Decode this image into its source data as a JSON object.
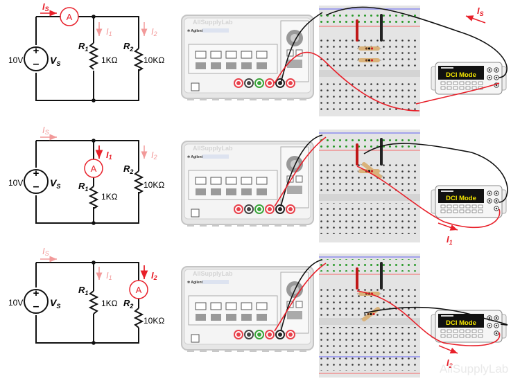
{
  "title": "Measuring source and branch currents with an ammeter",
  "colors": {
    "wire": "#111111",
    "accent": "#e8202a",
    "faded": "#f29a9a",
    "meter_text": "#f5e600"
  },
  "panels": [
    {
      "id": "measure-is",
      "ammeter_position": "series-source",
      "active_current": "Is",
      "labels": {
        "source_voltage": "10V",
        "source_name": "Vs",
        "r1_name": "R1",
        "r1_value": "1KΩ",
        "r2_name": "R2",
        "r2_value": "10KΩ",
        "ammeter": "A",
        "is": "Is",
        "i1": "I1",
        "i2": "I2"
      },
      "meter_mode": "DCI Mode",
      "current_label": "Is"
    },
    {
      "id": "measure-i1",
      "ammeter_position": "series-r1",
      "active_current": "I1",
      "labels": {
        "source_voltage": "10V",
        "source_name": "Vs",
        "r1_name": "R1",
        "r1_value": "1KΩ",
        "r2_name": "R2",
        "r2_value": "10KΩ",
        "ammeter": "A",
        "is": "Is",
        "i1": "I1",
        "i2": "I2"
      },
      "meter_mode": "DCI Mode",
      "current_label": "I1"
    },
    {
      "id": "measure-i2",
      "ammeter_position": "series-r2",
      "active_current": "I2",
      "labels": {
        "source_voltage": "10V",
        "source_name": "Vs",
        "r1_name": "R1",
        "r1_value": "1KΩ",
        "r2_name": "R2",
        "r2_value": "10KΩ",
        "ammeter": "A",
        "is": "Is",
        "i1": "I1",
        "i2": "I2"
      },
      "meter_mode": "DCI Mode",
      "current_label": "I2"
    }
  ],
  "power_supply": {
    "brand": "Agilent",
    "watermark": "AllSupplyLab"
  },
  "watermark": "AllSupplyLab"
}
